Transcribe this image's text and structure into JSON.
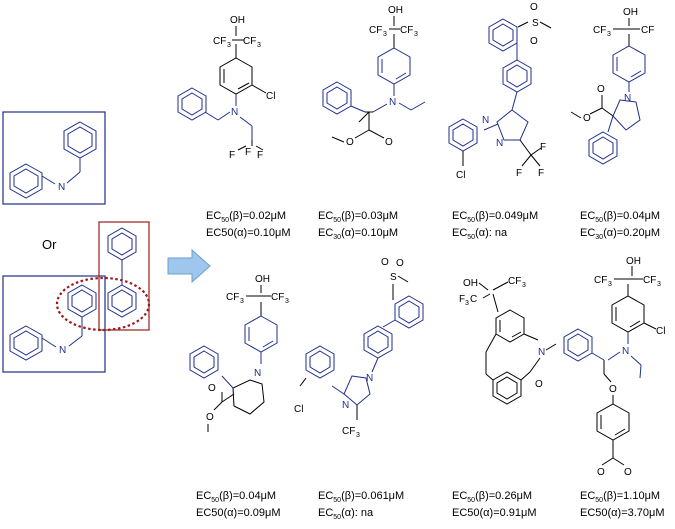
{
  "scaffold_label": "Or",
  "compounds": [
    {
      "b_prefix": "EC",
      "b_sub": "50",
      "b_rest": "(β)=0.02μM",
      "a_text": "EC50(α)=0.10μM",
      "a_sub": ""
    },
    {
      "b_prefix": "EC",
      "b_sub": "50",
      "b_rest": "(β)=0.03μM",
      "a_prefix": "EC",
      "a_sub": "30",
      "a_rest": "(α)=0.10μM"
    },
    {
      "b_prefix": "EC",
      "b_sub": "50",
      "b_rest": "(β)=0.049μM",
      "a_prefix": "EC",
      "a_sub": "50",
      "a_rest": "(α): na"
    },
    {
      "b_prefix": "EC",
      "b_sub": "50",
      "b_rest": "(β)=0.04μM",
      "a_prefix": "EC",
      "a_sub": "30",
      "a_rest": "(α)=0.20μM"
    },
    {
      "b_prefix": "EC",
      "b_sub": "50",
      "b_rest": "(β)=0.04μM",
      "a_text": "EC50(α)=0.09μM"
    },
    {
      "b_prefix": "EC",
      "b_sub": "50",
      "b_rest": "(β)=0.061μM",
      "a_prefix": "EC",
      "a_sub": "50",
      "a_rest": "(α): na"
    },
    {
      "b_prefix": "EC",
      "b_sub": "50",
      "b_rest": "(β)=0.26μM",
      "a_text": "EC50(α)=0.91μM"
    },
    {
      "b_prefix": "EC",
      "b_sub": "50",
      "b_rest": "(β)=1.10μM",
      "a_text": "EC50(α)=3.70μM"
    }
  ],
  "atoms": {
    "oh": "OH",
    "cf3": "CF",
    "three": "3",
    "f3c": "F",
    "n": "N",
    "cl": "Cl",
    "o": "O",
    "s": "S",
    "f": "F",
    "cf": "CF"
  },
  "colors": {
    "molecule_blue": "#1f2e8c",
    "scaffold_box_red": "#9b1b1b",
    "dotted_red": "#a01818",
    "arrow_fill": "#9fc7ee"
  }
}
